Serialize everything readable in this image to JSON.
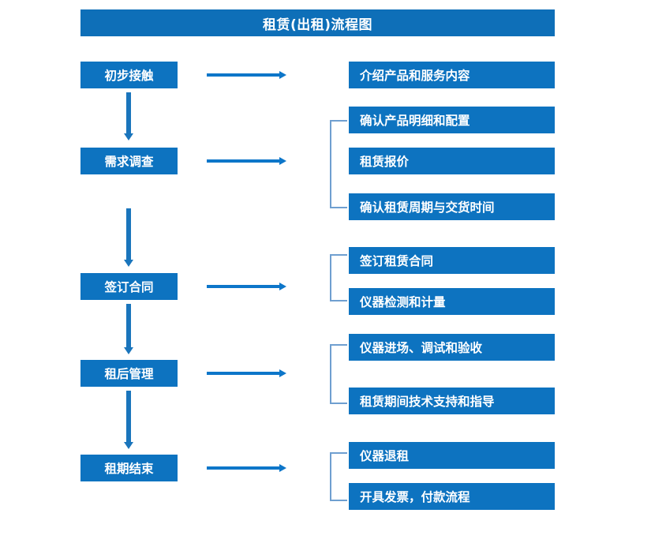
{
  "title": "租赁(出租)流程图",
  "colors": {
    "title_bar": "#0e6fb8",
    "box": "#0d73c0",
    "box_text": "#ffffff",
    "vertical_arrow": "#1a75bc",
    "horizontal_arrow": "#0d76c9",
    "bracket": "#6f9fd0",
    "background": "#ffffff"
  },
  "stages": [
    {
      "label": "初步接触",
      "details": [
        "介绍产品和服务内容"
      ]
    },
    {
      "label": "需求调查",
      "details": [
        "确认产品明细和配置",
        "租赁报价",
        "确认租赁周期与交货时间"
      ]
    },
    {
      "label": "签订合同",
      "details": [
        "签订租赁合同",
        "仪器检测和计量"
      ]
    },
    {
      "label": "租后管理",
      "details": [
        "仪器进场、调试和验收",
        "租赁期间技术支持和指导"
      ]
    },
    {
      "label": "租期结束",
      "details": [
        "仪器退租",
        "开具发票，付款流程"
      ]
    }
  ]
}
